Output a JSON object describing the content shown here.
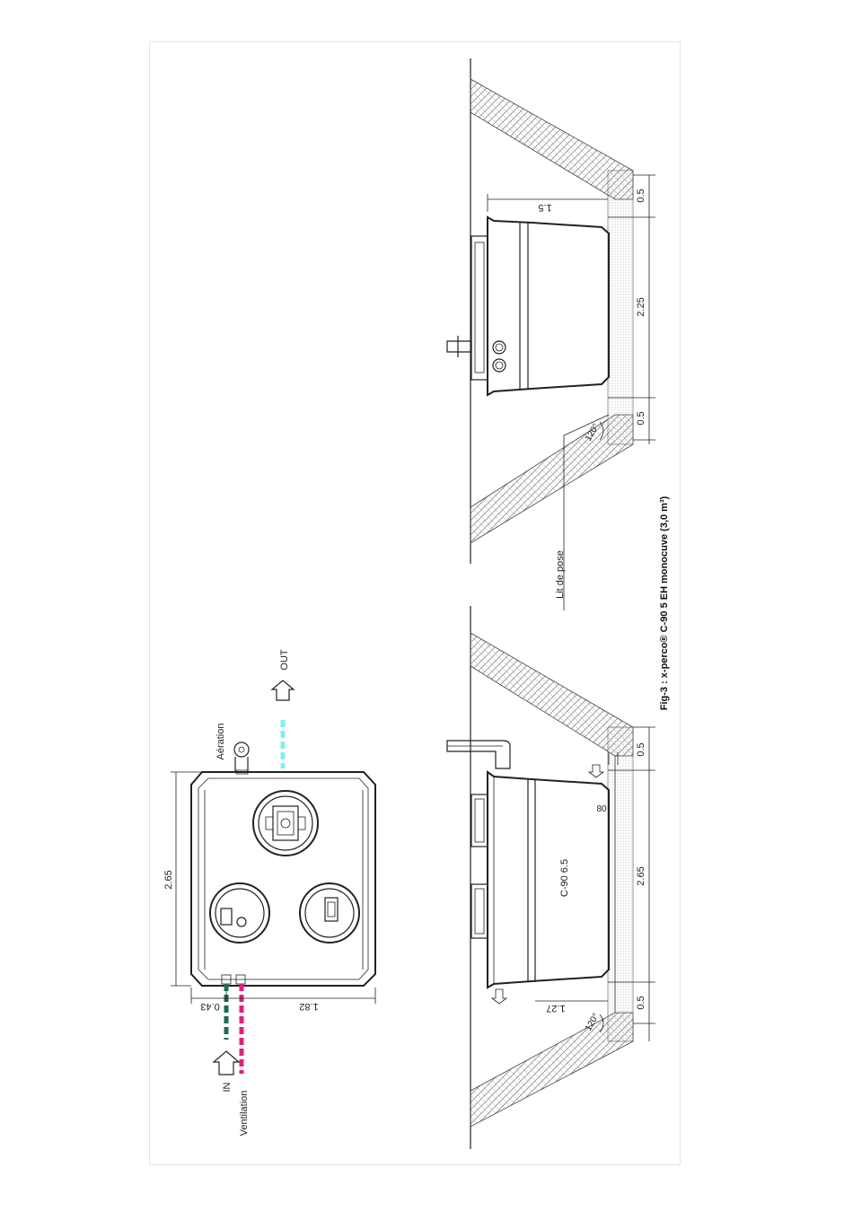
{
  "caption": "Fig-3 : x-perco® C-90 5 EH monocuve (3,0 m³)",
  "plan": {
    "dim_length": "2.65",
    "dim_width": "1.82",
    "dim_offset": "0.43",
    "label_aeration": "Aération",
    "label_out": "OUT",
    "label_in": "IN",
    "label_ventilation": "Ventilation"
  },
  "section_long": {
    "tank_label": "C-90 6.5",
    "dim_inlet_height": "1.27",
    "dim_outlet_offset": "80",
    "dim_left_margin": "0.5",
    "dim_center": "2.65",
    "dim_right_margin": "0.5",
    "angle_label": "120°"
  },
  "section_short": {
    "dim_height": "1.5",
    "dim_left_margin": "0.5",
    "dim_center": "2.25",
    "dim_right_margin": "0.5",
    "angle_label": "120°",
    "bedding_label": "Lit de pose"
  },
  "colors": {
    "ventilation_line": "#e4207a",
    "inlet_line": "#1d6b5a",
    "outlet_line": "#7ff0f0",
    "ink": "#222222",
    "hatch": "#888888"
  },
  "icons": [
    "arrow-in-icon",
    "arrow-out-icon",
    "aeration-vent-icon",
    "angle-arc-icon"
  ]
}
